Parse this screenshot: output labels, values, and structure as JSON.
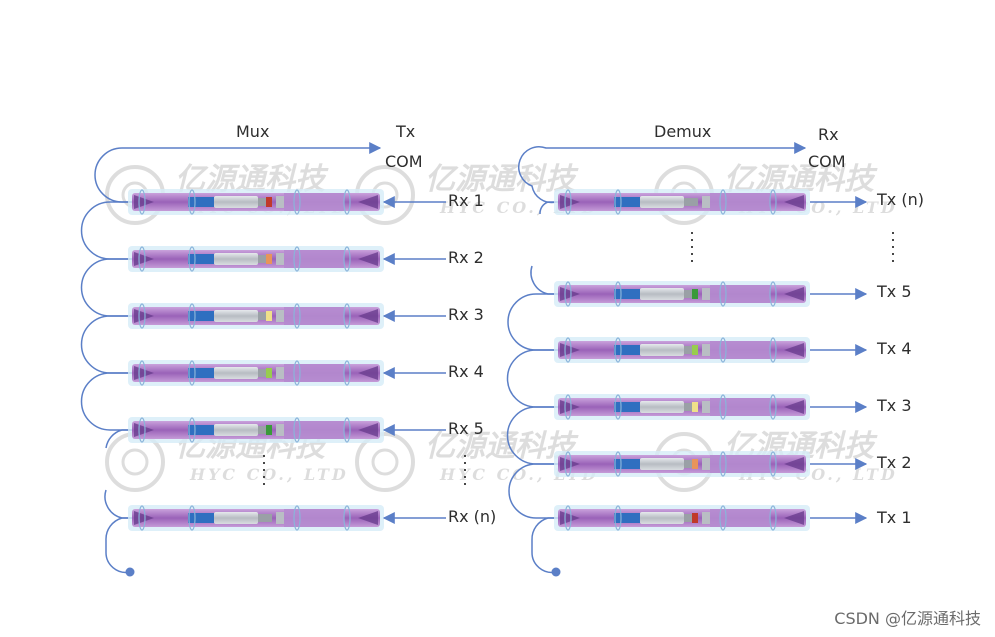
{
  "mux": {
    "title": "Mux",
    "com_line1": "Tx",
    "com_line2": "COM",
    "ports": [
      "Rx 1",
      "Rx 2",
      "Rx 3",
      "Rx 4",
      "Rx 5",
      "Rx (n)"
    ],
    "filter_colors": [
      "#c0392b",
      "#e8945a",
      "#efe08a",
      "#98cc4e",
      "#3a9a3a",
      null
    ]
  },
  "demux": {
    "title": "Demux",
    "com_line1": "Rx",
    "com_line2": "COM",
    "ports": [
      "Tx (n)",
      "Tx 5",
      "Tx 4",
      "Tx 3",
      "Tx 2",
      "Tx 1"
    ],
    "filter_colors": [
      null,
      "#3a9a3a",
      "#98cc4e",
      "#efe08a",
      "#e8945a",
      "#c0392b"
    ]
  },
  "watermark": {
    "brand_cn": "亿源通科技",
    "brand_en": "HYC CO., LTD"
  },
  "footer": "CSDN @亿源通科技",
  "colors": {
    "fiber": "#5b7fc7",
    "sleeve": "#a771c2",
    "sleeve_dark": "#6a3d8f",
    "core": "#2f6fc0",
    "glass": "#c8ccd0",
    "halo": "#d6ecf7"
  }
}
